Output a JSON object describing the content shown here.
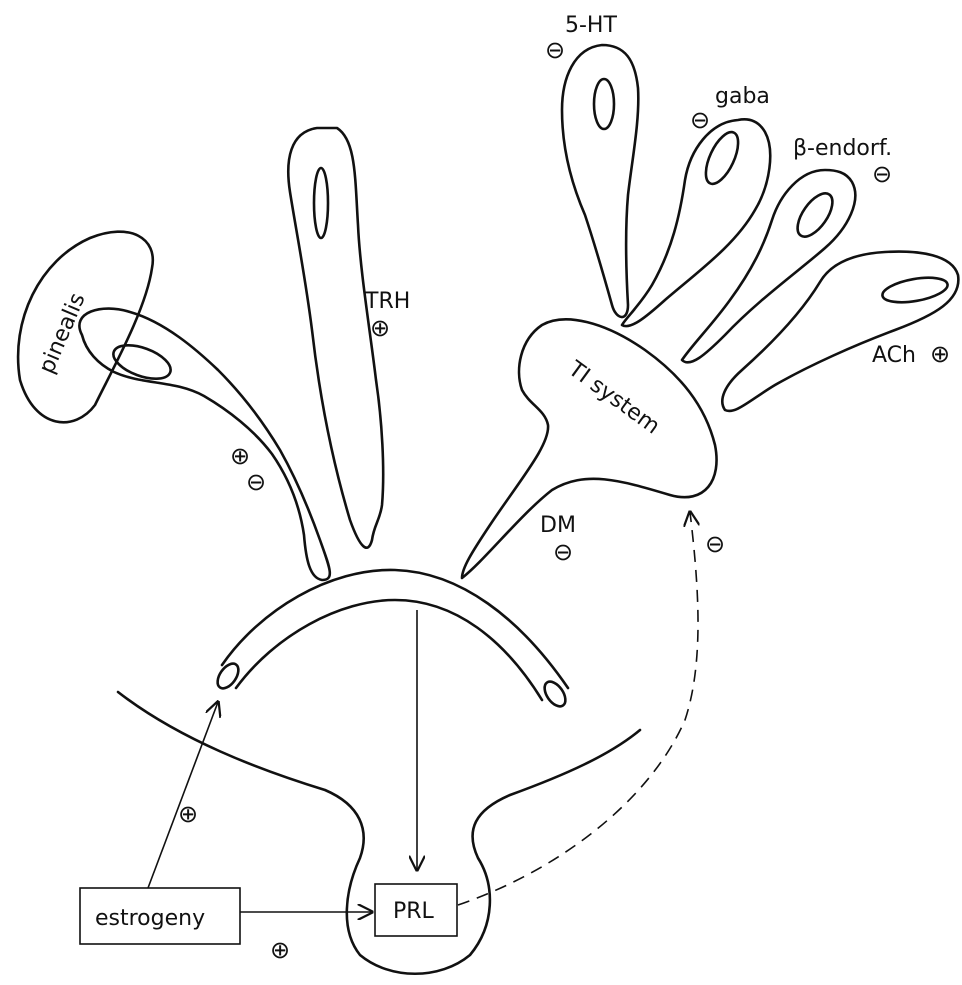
{
  "labels": {
    "pinealis": "pinealis",
    "trh": "TRH",
    "serotonin": "5-HT",
    "gaba": "gaba",
    "beta_endorf": "β-endorf.",
    "ach": "ACh",
    "ti_system": "TI system",
    "dm": "DM",
    "prl": "PRL",
    "estrogeny": "estrogeny"
  },
  "signs": {
    "plus": "⊕",
    "minus": "⊖"
  }
}
